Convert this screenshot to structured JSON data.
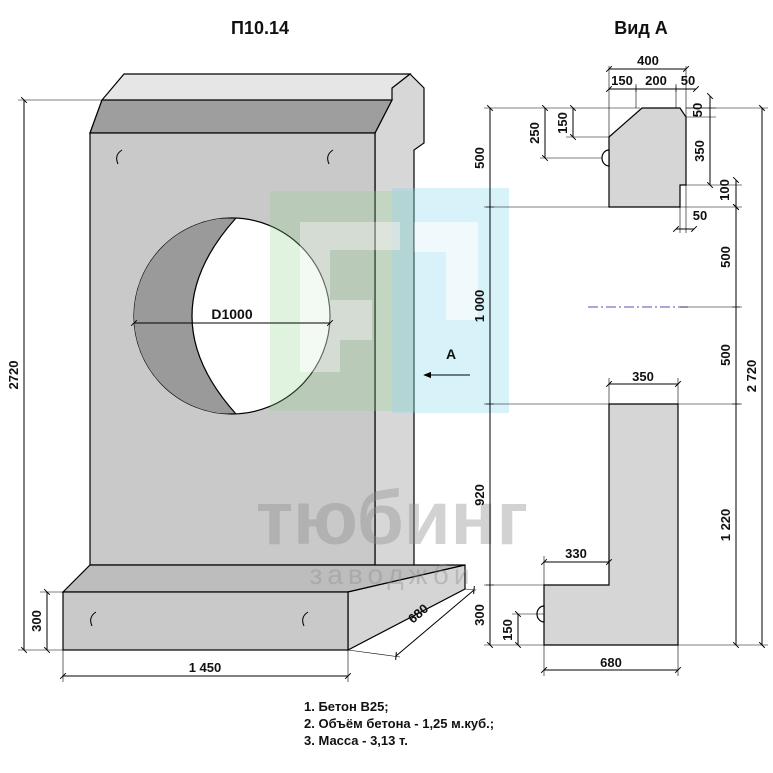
{
  "titles": {
    "main": "П10.14",
    "view": "Вид А"
  },
  "front_view": {
    "hole_label": "D1000",
    "view_arrow_label": "А",
    "dims": {
      "height": "2720",
      "base_height": "300",
      "width": "1 450",
      "depth": "680"
    }
  },
  "side_view": {
    "dims": {
      "top_total": "400",
      "top_a": "150",
      "top_b": "200",
      "top_c": "50",
      "right_50_top": "50",
      "right_350": "350",
      "right_100": "100",
      "right_50_low": "50",
      "left_150": "150",
      "left_250": "250",
      "left_500": "500",
      "left_1000": "1 000",
      "right_500_a": "500",
      "right_500_b": "500",
      "slab_350": "350",
      "left_920": "920",
      "right_1220": "1 220",
      "step_330": "330",
      "left_300": "300",
      "left_150_b": "150",
      "base_680": "680",
      "total_2720": "2 720"
    }
  },
  "watermark": {
    "brand": "тюбинг",
    "sub": "заводжби"
  },
  "notes": [
    "1. Бетон В25;",
    "2. Объём бетона - 1,25 м.куб.;",
    "3. Масса - 3,13 т."
  ],
  "colors": {
    "face": "#c9c9c9",
    "top": "#e6e6e6",
    "side": "#d7d7d7",
    "shadow": "#9a9a9a",
    "watermark_green": "#8fd18c",
    "watermark_blue": "#7fd4ef",
    "watermark_text": "#9a9a9a"
  }
}
